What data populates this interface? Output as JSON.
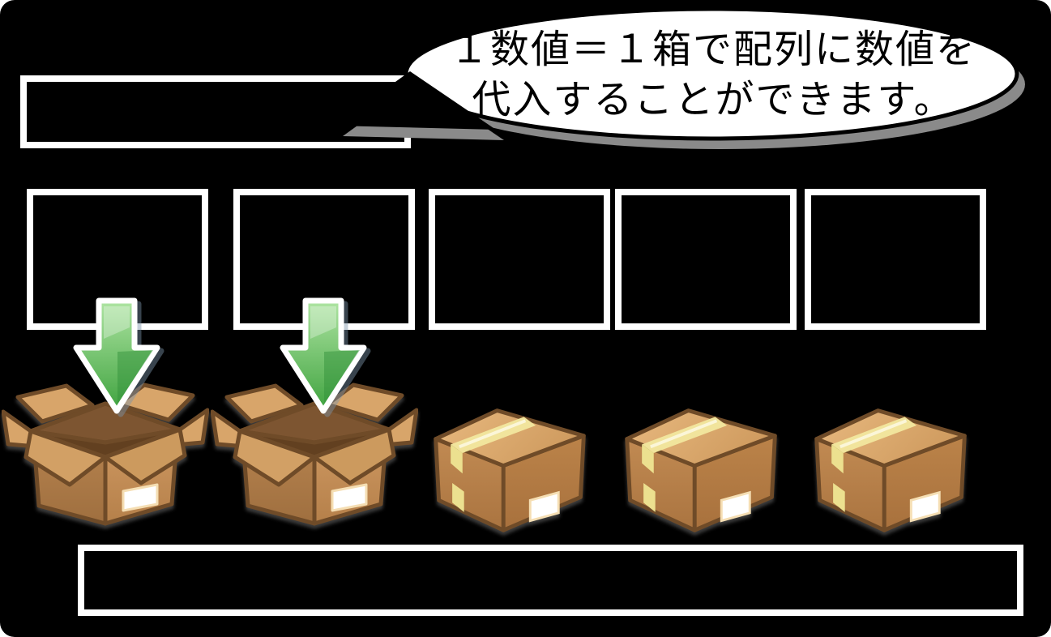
{
  "scene": {
    "background": "#000000",
    "kind": "array-assignment-diagram-slide"
  },
  "speech_bubble": {
    "lines": [
      "１数値＝１箱で配列に数値を",
      "代入することができます。"
    ],
    "fill": "#ffffff",
    "border": "#000000",
    "shadow": "#8a8a8a",
    "text_color": "#000000"
  },
  "panel_top": {
    "text": ""
  },
  "panel_bottom": {
    "text": ""
  },
  "value_slots": [
    {
      "label": ""
    },
    {
      "label": ""
    },
    {
      "label": ""
    },
    {
      "label": ""
    },
    {
      "label": ""
    }
  ],
  "boxes": [
    {
      "kind": "open",
      "icon": "open-box-icon",
      "arrow": true
    },
    {
      "kind": "open",
      "icon": "open-box-icon",
      "arrow": true
    },
    {
      "kind": "closed",
      "icon": "closed-box-icon",
      "arrow": false
    },
    {
      "kind": "closed",
      "icon": "closed-box-icon",
      "arrow": false
    },
    {
      "kind": "closed",
      "icon": "closed-box-icon",
      "arrow": false
    }
  ],
  "colors": {
    "arrow_green_light": "#aee4a2",
    "arrow_green_dark": "#3fa33f",
    "arrow_outline": "#ffffff",
    "box_outline": "#6f4b28",
    "box_flap": "#d8a56a",
    "box_interior_back": "#7d5531",
    "box_interior_front": "#624020",
    "box_face_light": "#cd9760",
    "box_face_dark": "#9f6f3f",
    "box_top_light": "#e8b97f",
    "tape": "#f1e49c",
    "label": "#ffffff",
    "panel_border": "#ffffff"
  }
}
